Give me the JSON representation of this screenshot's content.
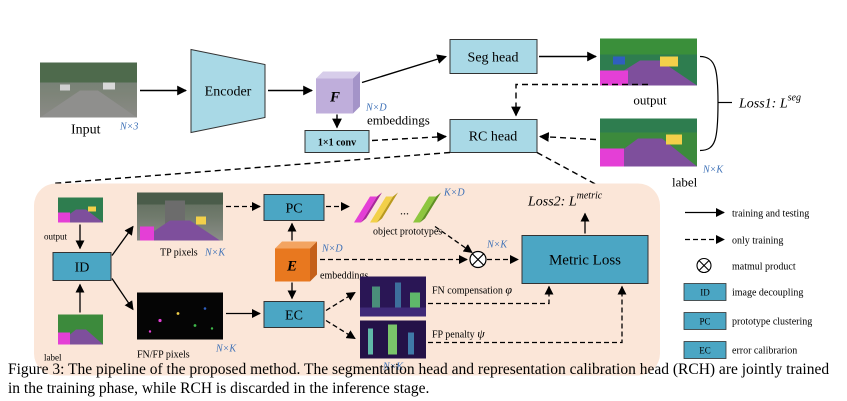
{
  "top": {
    "input_label": "Input",
    "input_dim": "N×3",
    "encoder_label": "Encoder",
    "feature_label": "F",
    "feature_dim": "N×D",
    "conv_label": "1×1 conv",
    "embeddings_label": "embeddings",
    "seg_head_label": "Seg head",
    "rc_head_label": "RC head",
    "output_label": "output",
    "label_label": "label",
    "label_dim": "N×K",
    "loss1_label": "Loss1: L",
    "loss1_sup": "seg"
  },
  "detail": {
    "output_label": "output",
    "label_label": "label",
    "id_label": "ID",
    "tp_pixels_label": "TP pixels",
    "tp_dim": "N×K",
    "fnfp_pixels_label": "FN/FP pixels",
    "fnfp_dim": "N×K",
    "pc_label": "PC",
    "ec_label": "EC",
    "e_label": "E",
    "e_dim": "N×D",
    "embeddings_label": "embeddings",
    "prototype_dots": "...",
    "prototype_dim": "K×D",
    "prototypes_label": "object prototypes",
    "matmul_dim": "N×K",
    "metric_loss_label": "Metric Loss",
    "loss2_label": "Loss2: L",
    "loss2_sup": "metric",
    "fn_comp_label": "FN compensation",
    "fn_comp_symbol": "φ",
    "fp_penalty_label": "FP penalty",
    "fp_penalty_symbol": "ψ",
    "heatmap_dim": "N×K"
  },
  "legend": [
    {
      "label": "training and testing"
    },
    {
      "label": "only training"
    },
    {
      "label": "matmul product"
    },
    {
      "label": "image decoupling",
      "tag": "ID"
    },
    {
      "label": "prototype clustering",
      "tag": "PC"
    },
    {
      "label": "error calibrarion",
      "tag": "EC"
    }
  ],
  "caption": "Figure 3: The pipeline of the proposed method. The segmentation head and representation calibration head (RCH) are jointly trained in the training phase, while RCH is discarded in the inference stage.",
  "colors": {
    "block_blue": "#a9d9e6",
    "teal_box": "#4ba6c4",
    "panel_peach": "#fbe6d8",
    "feature_purple": "#bfaedb",
    "embedding_orange": "#e8781f"
  }
}
